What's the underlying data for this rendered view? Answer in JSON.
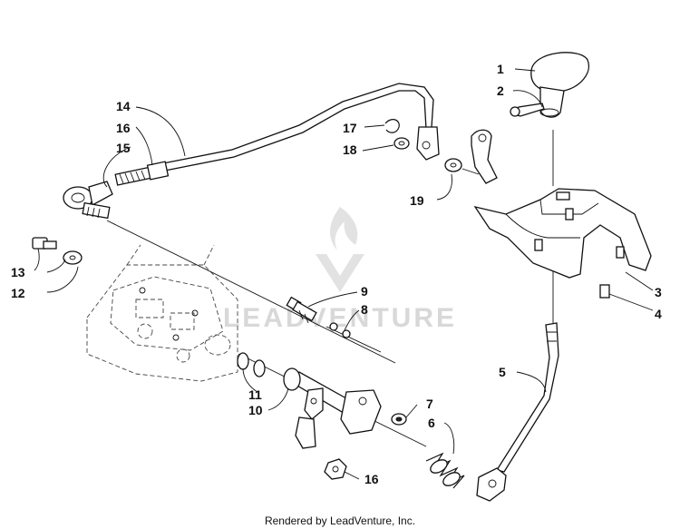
{
  "diagram": {
    "labels": [
      {
        "id": "label-1",
        "text": "1"
      },
      {
        "id": "label-2",
        "text": "2"
      },
      {
        "id": "label-3",
        "text": "3"
      },
      {
        "id": "label-4",
        "text": "4"
      },
      {
        "id": "label-5",
        "text": "5"
      },
      {
        "id": "label-6",
        "text": "6"
      },
      {
        "id": "label-7",
        "text": "7"
      },
      {
        "id": "label-8",
        "text": "8"
      },
      {
        "id": "label-9",
        "text": "9"
      },
      {
        "id": "label-10",
        "text": "10"
      },
      {
        "id": "label-11",
        "text": "11"
      },
      {
        "id": "label-12",
        "text": "12"
      },
      {
        "id": "label-13",
        "text": "13"
      },
      {
        "id": "label-14",
        "text": "14"
      },
      {
        "id": "label-15",
        "text": "15"
      },
      {
        "id": "label-16a",
        "text": "16"
      },
      {
        "id": "label-16b",
        "text": "16"
      },
      {
        "id": "label-17",
        "text": "17"
      },
      {
        "id": "label-18",
        "text": "18"
      },
      {
        "id": "label-19",
        "text": "19"
      }
    ],
    "watermark": "LEADVENTURE",
    "credit": "Rendered by LeadVenture, Inc."
  }
}
